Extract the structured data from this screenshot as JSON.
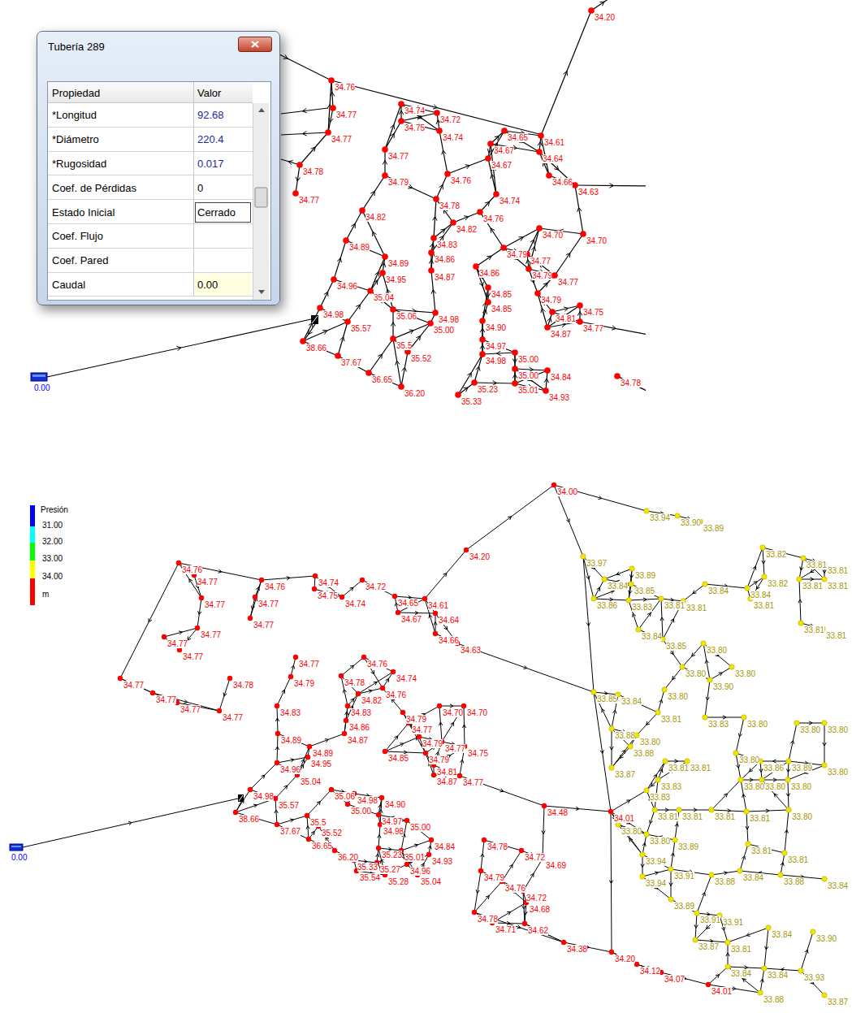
{
  "diagram": {
    "nodes": [
      {
        "text": [
          "Tubería 289",
          "Propiedad",
          "Valor",
          "*Longitud",
          "92.68",
          "*Diámetro",
          "220.4",
          "*Rugosidad",
          "0.017",
          "Coef. de Pérdidas",
          "0",
          "Estado Inicial",
          "Cerrado",
          "Coef. Flujo",
          "Coef. Pared",
          "Caudal",
          "0.00"
        ]
      }
    ],
    "labels": [
      "34.20",
      "34.76",
      "34.76",
      "34.77",
      "34.77",
      "34.78",
      "34.77",
      "34.74",
      "34.72",
      "34.75",
      "34.74",
      "34.65",
      "34.61",
      "34.67",
      "34.67",
      "34.64",
      "34.77",
      "34.79",
      "34.76",
      "34.66",
      "34.63",
      "34.78",
      "34.74",
      "34.82",
      "34.82",
      "34.76",
      "34.70",
      "34.70",
      "34.83",
      "34.89",
      "34.89",
      "34.86",
      "34.79",
      "34.77",
      "34.95",
      "34.86",
      "34.79",
      "34.77",
      "34.96",
      "35.04",
      "34.87",
      "34.85",
      "34.79",
      "34.75",
      "34.98",
      "35.57",
      "35.06",
      "34.98",
      "34.85",
      "34.81",
      "34.87",
      "34.77",
      "35.00",
      "34.90",
      "38.66",
      "35.5",
      "34.97",
      "35.00",
      "37.67",
      "35.52",
      "34.98",
      "36.65",
      "35.00",
      "34.84",
      "34.78",
      "36.20",
      "35.23",
      "35.01",
      "34.93",
      "35.33",
      "34.20",
      "34.00",
      "34.76",
      "34.76",
      "34.77",
      "34.77",
      "34.77",
      "34.77",
      "34.77",
      "34.77",
      "34.77",
      "34.77",
      "34.78",
      "34.77",
      "34.77",
      "34.77",
      "34.74",
      "34.72",
      "34.75",
      "34.74",
      "34.65",
      "34.61",
      "34.67",
      "34.64",
      "34.77",
      "34.79",
      "34.66",
      "34.63",
      "34.76",
      "34.74",
      "34.78",
      "34.83",
      "34.82",
      "34.76",
      "34.70",
      "34.70",
      "34.89",
      "34.83",
      "34.89",
      "34.95",
      "34.86",
      "34.79",
      "34.77",
      "34.87",
      "34.96",
      "35.04",
      "34.79",
      "34.77",
      "34.75",
      "34.85",
      "34.79",
      "34.81",
      "34.87",
      "34.77",
      "34.98",
      "35.57",
      "35.06",
      "34.98",
      "35.00",
      "34.90",
      "38.66",
      "37.67",
      "35.5",
      "35.52",
      "34.97",
      "35.00",
      "36.65",
      "36.20",
      "34.98",
      "34.84",
      "35.23",
      "35.01",
      "34.93",
      "35.33",
      "35.27",
      "34.96",
      "35.54",
      "35.28",
      "35.04",
      "34.78",
      "34.72",
      "34.69",
      "34.79",
      "34.76",
      "34.72",
      "34.68",
      "34.78",
      "34.71",
      "34.62",
      "34.48",
      "34.01",
      "34.38",
      "34.20",
      "34.12",
      "34.07",
      "34.01",
      "33.94",
      "33.90",
      "33.89",
      "33.82",
      "33.81",
      "33.81",
      "33.97",
      "33.89",
      "33.84",
      "33.84",
      "33.82",
      "33.81",
      "33.81",
      "33.84",
      "33.85",
      "33.86",
      "33.83",
      "33.81",
      "33.81",
      "33.81",
      "33.81",
      "33.81",
      "33.84",
      "33.85",
      "33.80",
      "33.80",
      "33.80",
      "33.80",
      "33.90",
      "33.85",
      "33.84",
      "33.81",
      "33.83",
      "33.80",
      "33.80",
      "33.80",
      "33.88",
      "33.80",
      "33.88",
      "33.81",
      "33.83",
      "33.81",
      "33.80",
      "33.86",
      "33.89",
      "33.80",
      "33.80",
      "33.80",
      "33.80",
      "33.87",
      "33.83",
      "33.81",
      "33.81",
      "33.81",
      "33.81",
      "33.80",
      "33.80",
      "33.80",
      "33.89",
      "33.81",
      "33.81",
      "33.94",
      "33.91",
      "33.94",
      "33.88",
      "33.84",
      "33.88",
      "33.84",
      "33.89",
      "33.91",
      "33.91",
      "33.84",
      "33.90",
      "33.87",
      "33.81",
      "33.84",
      "33.84",
      "33.93",
      "33.88",
      "33.87",
      "0.00",
      "0.00",
      "Presión"
    ],
    "legend": [
      {
        "text": "31.00",
        "color": "#0000ff"
      },
      {
        "text": "32.00",
        "color": "#00ffff"
      },
      {
        "text": "33.00",
        "color": "#00ff00"
      },
      {
        "text": "34.00",
        "color": "#ffff00"
      },
      {
        "text": "m",
        "color": "#ff0000"
      }
    ]
  }
}
